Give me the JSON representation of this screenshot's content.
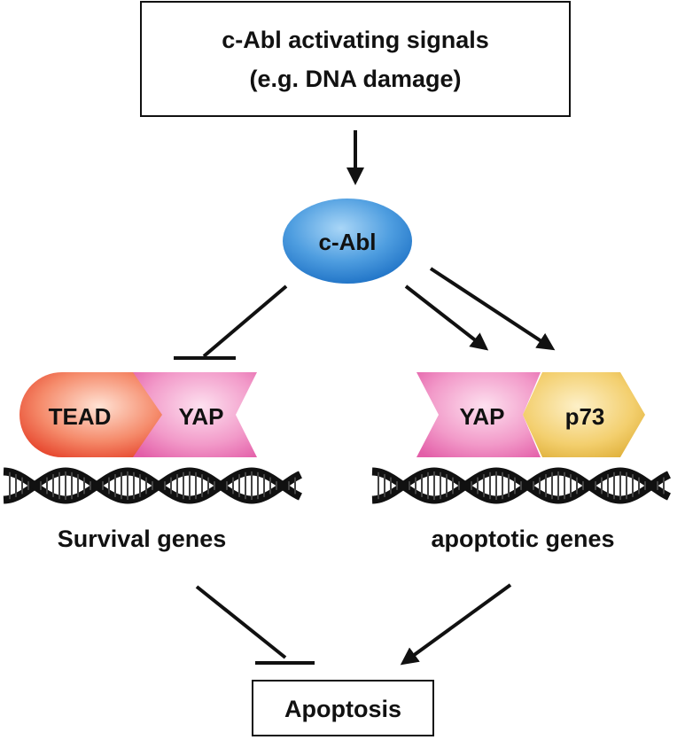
{
  "signal_box": {
    "line1": "c-Abl activating signals",
    "line2": "(e.g. DNA damage)"
  },
  "kinase": {
    "label": "c-Abl"
  },
  "left_complex": {
    "tead": "TEAD",
    "yap": "YAP",
    "genes_label": "Survival genes"
  },
  "right_complex": {
    "yap": "YAP",
    "p73": "p73",
    "genes_label": "apoptotic genes"
  },
  "outcome_box": {
    "label": "Apoptosis"
  },
  "colors": {
    "cabl_light": "#8fc6f2",
    "cabl_dark": "#1b6fc4",
    "tead_light": "#ffd9c8",
    "tead_dark": "#e63b22",
    "yap_light": "#fbd0e6",
    "yap_dark": "#e35ea8",
    "p73_light": "#fbe6a8",
    "p73_dark": "#e2b43a",
    "line": "#111111"
  }
}
